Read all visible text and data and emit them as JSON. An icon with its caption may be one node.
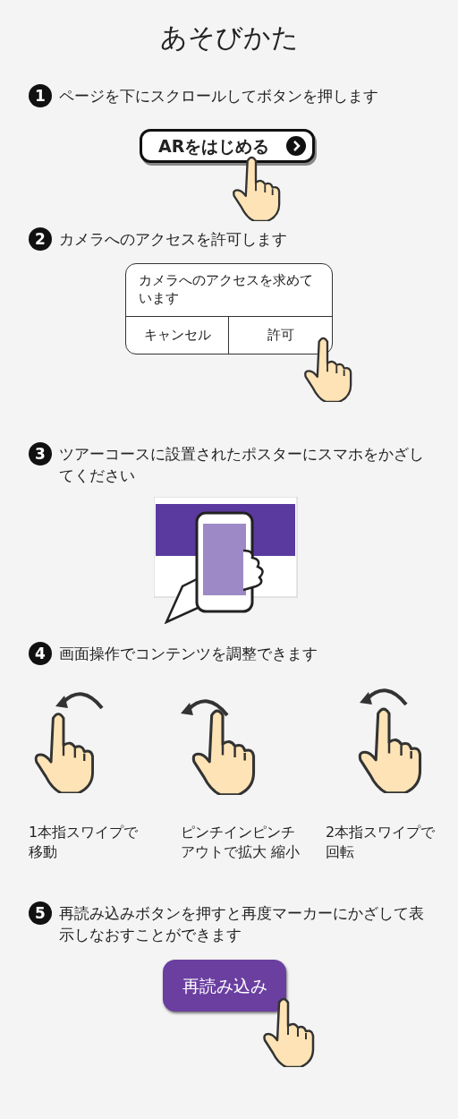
{
  "diagram": {
    "title": "あそびかた",
    "labels": [
      "1",
      "ページを下にスクロールしてボタンを押します",
      "ARをはじめる",
      "2",
      "カメラへのアクセスを許可します",
      "カメラへのアクセスを求めています",
      "キャンセル",
      "許可",
      "3",
      "ツアーコースに設置されたポスターにスマホをかざしてください",
      "4",
      "画面操作でコンテンツを調整できます",
      "1本指スワイプで移動",
      "ピンチインピンチアウトで拡大 縮小",
      "2本指スワイプで回転",
      "5",
      "再読み込みボタンを押すと再度マーカーにかざして表示しなおすことができます",
      "再読み込み"
    ]
  }
}
